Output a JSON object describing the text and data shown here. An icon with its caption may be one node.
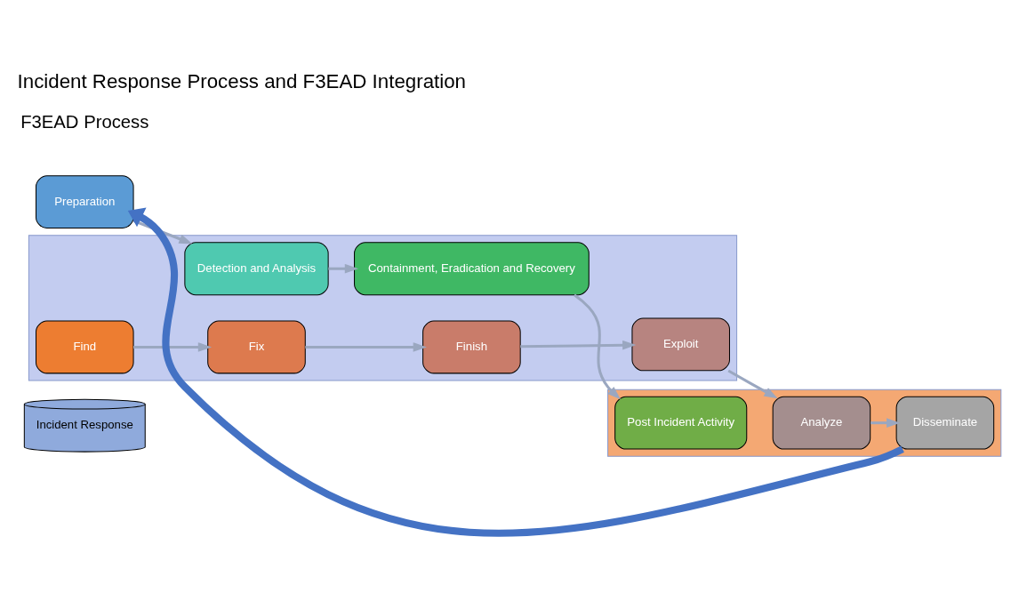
{
  "diagram": {
    "title": "Incident Response Process and F3EAD Integration",
    "nodes": [
      {
        "text": [
          "Incident Response"
        ]
      },
      {
        "text": [
          "Preparation"
        ]
      },
      {
        "text": [],
        "shape": "box"
      },
      {
        "text": [
          "Detection and Analysis"
        ],
        "in": 2
      },
      {
        "text": [
          "Containment, Eradication and Recovery"
        ],
        "in": 2
      },
      {
        "text": [],
        "shape": "box"
      },
      {
        "text": [
          "Post Incident Activity"
        ],
        "in": 5
      },
      {
        "text": [
          "Find"
        ],
        "in": 2
      },
      {
        "text": [
          "Fix"
        ],
        "in": 2
      },
      {
        "text": [
          "Finish"
        ],
        "in": 2
      },
      {
        "text": [
          "Exploit"
        ],
        "in": 2
      },
      {
        "text": [
          "Analyze"
        ],
        "in": 5
      },
      {
        "text": [
          "Disseminate"
        ],
        "in": 5
      }
    ],
    "edges": [
      {
        "from": 1,
        "to": 3,
        "arrow": "to"
      },
      {
        "from": 3,
        "to": 4,
        "arrow": "to"
      },
      {
        "from": 4,
        "to": 6,
        "arrow": "to"
      },
      {
        "from": 7,
        "to": 8,
        "arrow": "to"
      },
      {
        "from": 8,
        "to": 9,
        "arrow": "to"
      },
      {
        "from": 9,
        "to": 10,
        "arrow": "to"
      },
      {
        "from": 10,
        "to": 11,
        "arrow": "to"
      },
      {
        "from": 11,
        "to": 12,
        "arrow": "to"
      },
      {
        "from": 12,
        "to": 1,
        "arrow": "to",
        "style": "thick",
        "color": "#4472c4"
      }
    ],
    "labels": [
      "F3EAD Process"
    ]
  }
}
